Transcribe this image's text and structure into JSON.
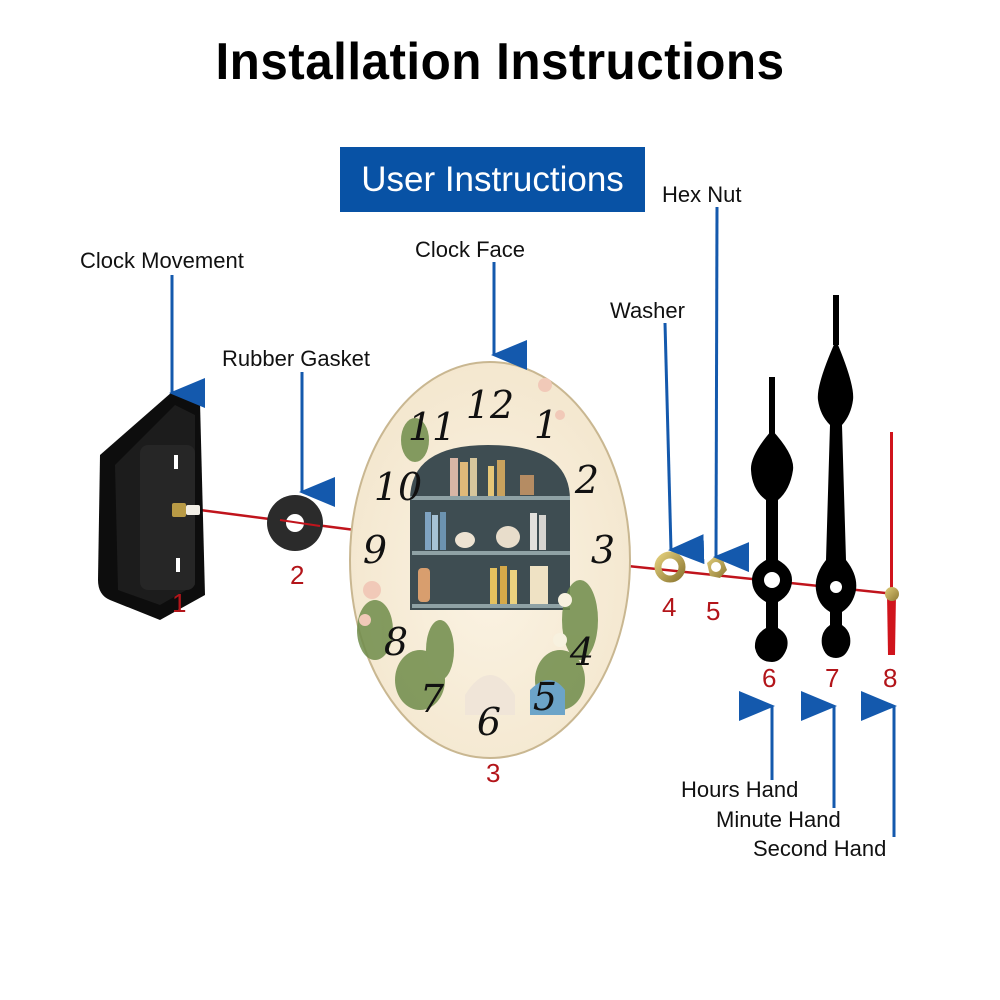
{
  "title": "Installation Instructions",
  "badge": "User Instructions",
  "colors": {
    "badge_bg": "#0852a5",
    "arrow": "#1459ad",
    "number": "#b3151a",
    "axis_line": "#c0141c"
  },
  "parts": [
    {
      "number": "1",
      "label": "Clock Movement"
    },
    {
      "number": "2",
      "label": "Rubber Gasket"
    },
    {
      "number": "3",
      "label": "Clock Face"
    },
    {
      "number": "4",
      "label": "Washer"
    },
    {
      "number": "5",
      "label": "Hex Nut"
    },
    {
      "number": "6",
      "label": "Hours Hand"
    },
    {
      "number": "7",
      "label": "Minute Hand"
    },
    {
      "number": "8",
      "label": "Second Hand"
    }
  ],
  "clock_numerals": [
    "12",
    "1",
    "2",
    "3",
    "4",
    "5",
    "6",
    "7",
    "8",
    "9",
    "10",
    "11"
  ]
}
